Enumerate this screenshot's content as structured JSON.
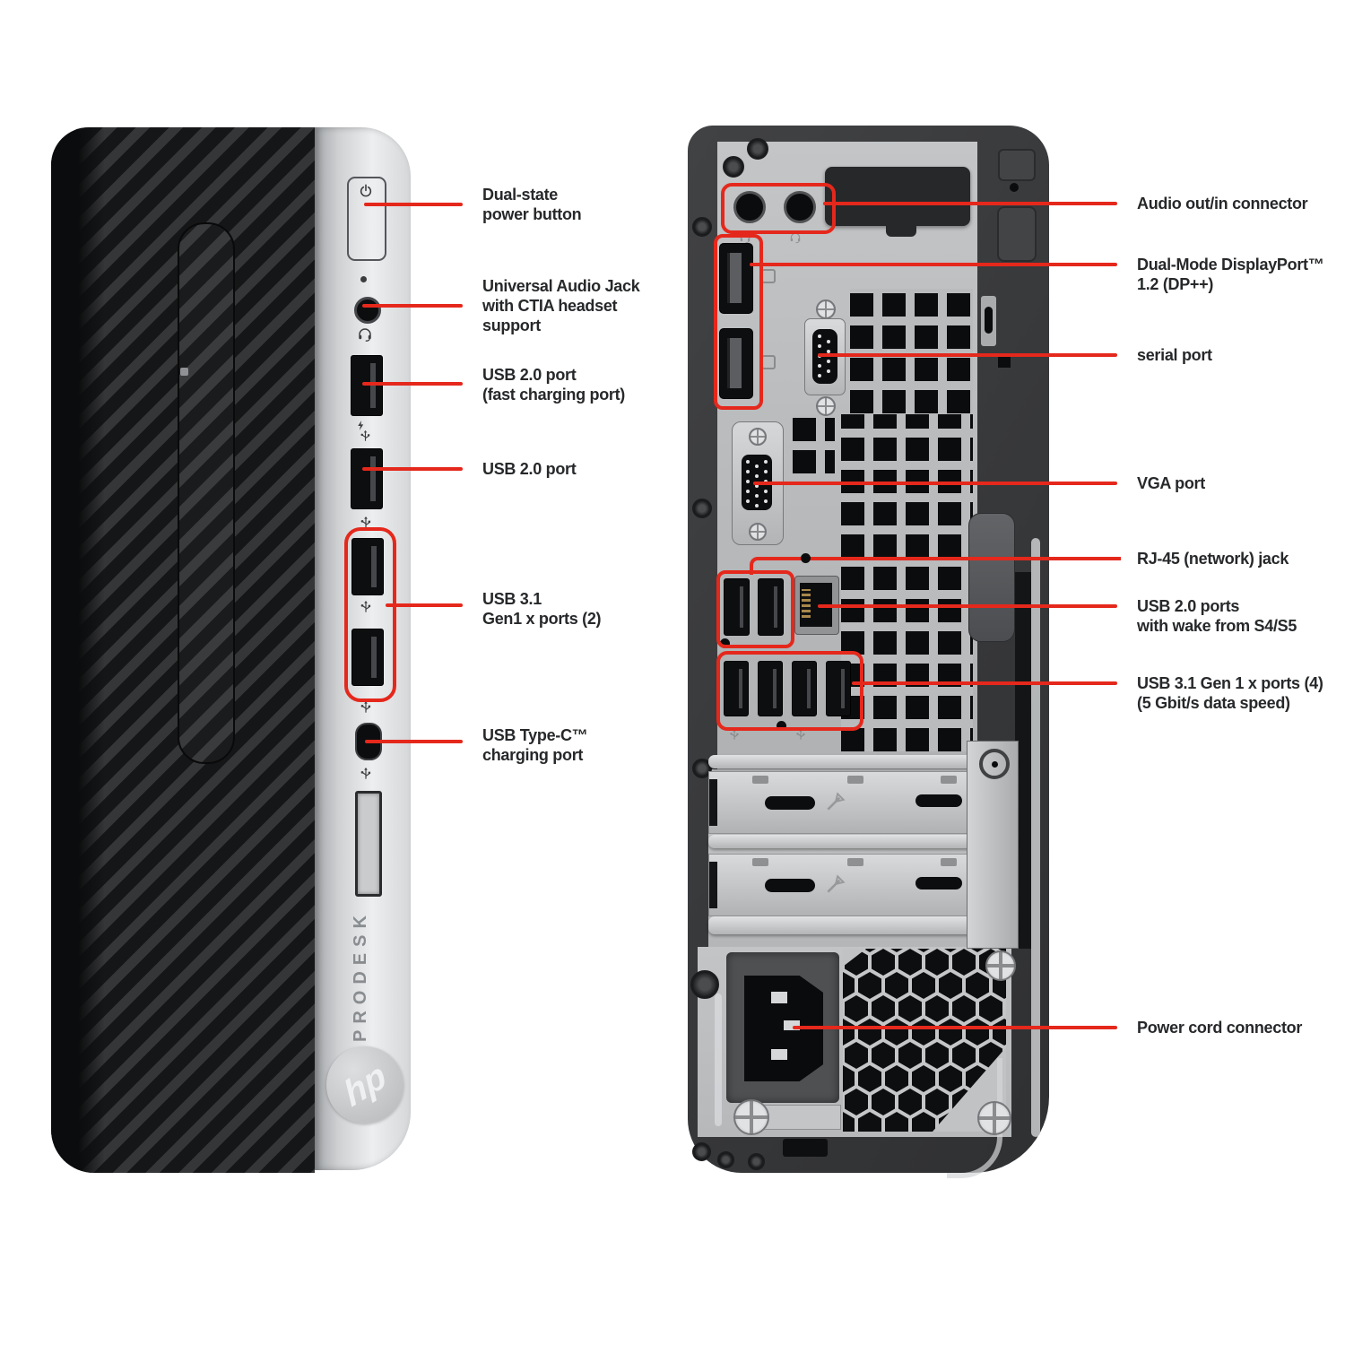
{
  "front_view": {
    "brand_logo": "hp",
    "model_text": "PRODESK",
    "callouts": [
      {
        "label": "Dual-state\npower button"
      },
      {
        "label": "Universal Audio Jack\nwith CTIA headset\nsupport"
      },
      {
        "label": "USB 2.0 port\n(fast charging port)"
      },
      {
        "label": "USB 2.0 port"
      },
      {
        "label": "USB 3.1\nGen1 x ports (2)"
      },
      {
        "label": "USB Type-C™\ncharging port"
      }
    ]
  },
  "rear_view": {
    "callouts": [
      {
        "label": "Audio out/in connector"
      },
      {
        "label": "Dual-Mode DisplayPort™\n1.2 (DP++)"
      },
      {
        "label": "serial port"
      },
      {
        "label": "VGA port"
      },
      {
        "label": "RJ-45 (network) jack"
      },
      {
        "label": "USB 2.0 ports\nwith wake from S4/S5"
      },
      {
        "label": "USB 3.1 Gen 1 x ports (4)\n(5 Gbit/s data speed)"
      },
      {
        "label": "Power cord connector"
      }
    ]
  },
  "colors": {
    "accent_red": "#e5281c",
    "chassis_black": "#151617",
    "chassis_silver": "#d7d9db",
    "panel_gray": "#b9bbbd"
  }
}
